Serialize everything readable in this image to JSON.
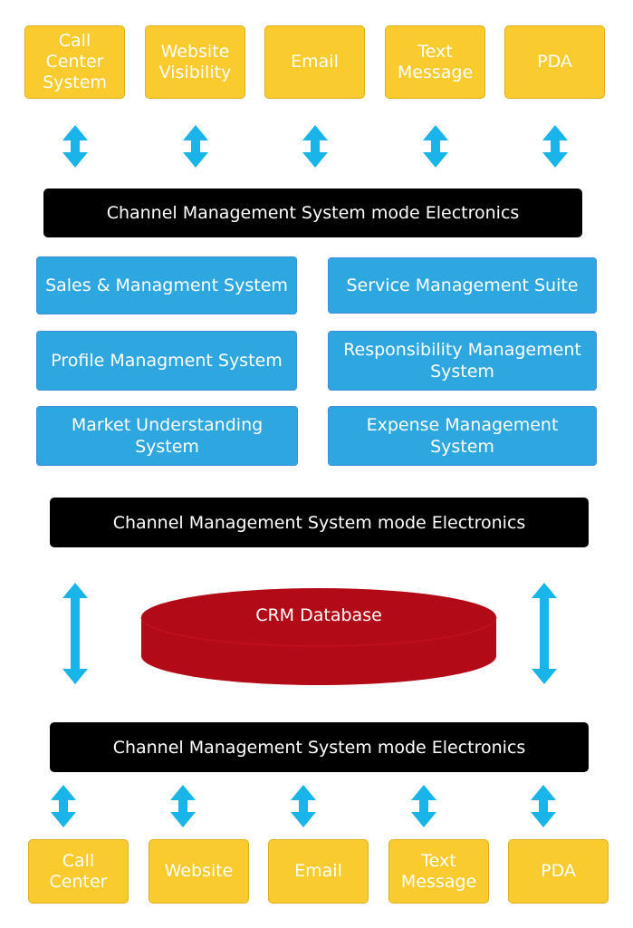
{
  "top_channels": [
    "Call\nCenter\nSystem",
    "Website\nVisibility",
    "Email",
    "Text\nMessage",
    "PDA"
  ],
  "bottom_channels": [
    "Call\nCenter",
    "Website",
    "Email",
    "Text\nMessage",
    "PDA"
  ],
  "channel_bar_label": "Channel Management System mode Electronics",
  "modules": {
    "sales": "Sales & Managment System",
    "service": "Service Management Suite",
    "profile": "Profile Managment System",
    "responsibility": "Responsibility Management\nSystem",
    "market": "Market Understanding\nSystem",
    "expense": "Expense Management\nSystem"
  },
  "database": {
    "label": "CRM Database"
  },
  "colors": {
    "channel": "#f9cb2f",
    "module": "#2ea7e0",
    "bar": "#000000",
    "database": "#b20a16",
    "arrow": "#19b4ea"
  }
}
